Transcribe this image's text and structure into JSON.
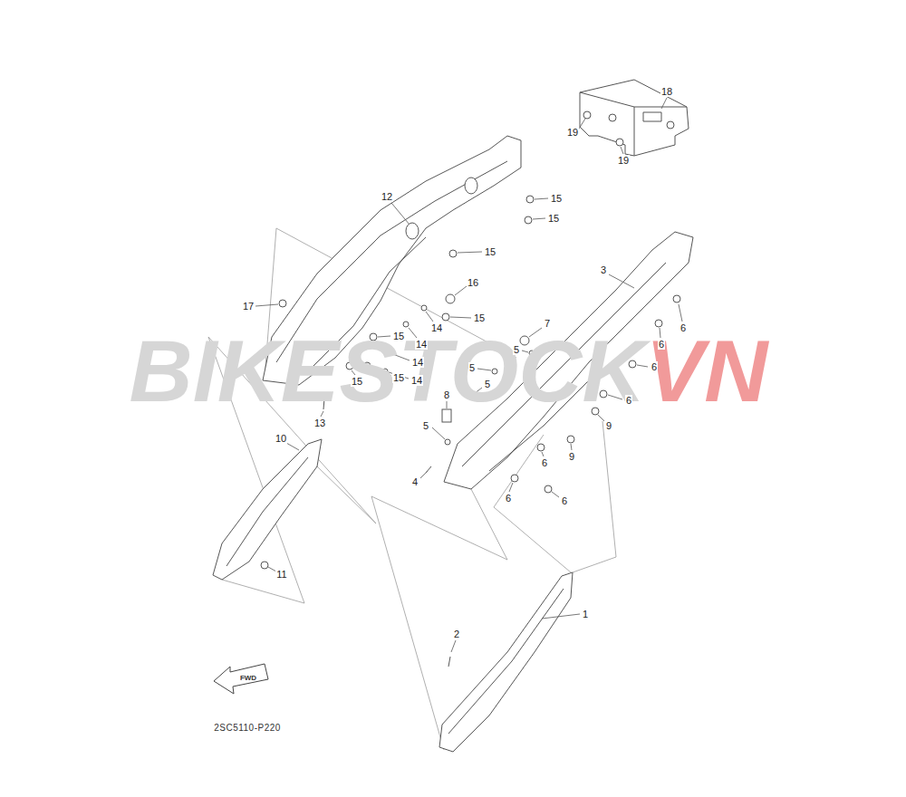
{
  "diagram": {
    "labels": [
      "18",
      "19",
      "19",
      "12",
      "15",
      "15",
      "15",
      "3",
      "16",
      "17",
      "15",
      "14",
      "7",
      "6",
      "15",
      "14",
      "6",
      "5",
      "14",
      "5",
      "6",
      "14",
      "15",
      "15",
      "5",
      "8",
      "6",
      "13",
      "5",
      "9",
      "10",
      "9",
      "6",
      "4",
      "6",
      "6",
      "11",
      "1",
      "2",
      "FWD",
      "2SC5110-P220",
      "BIKESTOCK",
      "VN"
    ]
  }
}
